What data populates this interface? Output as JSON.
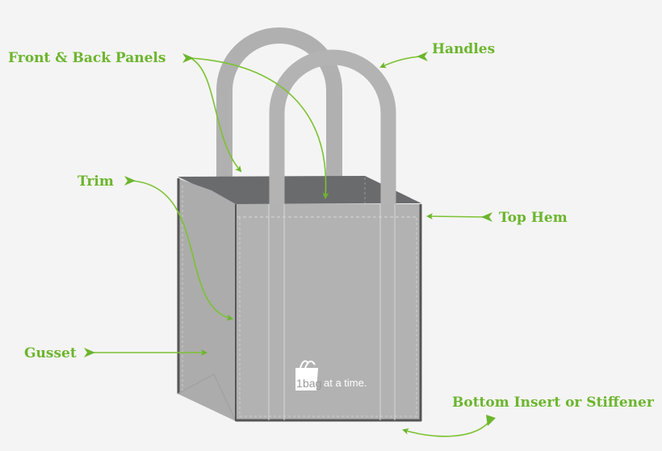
{
  "labels": {
    "front_back_panels": "Front & Back Panels",
    "handles": "Handles",
    "trim": "Trim",
    "top_hem": "Top Hem",
    "gusset": "Gusset",
    "bottom_insert": "Bottom Insert or Stiffener"
  },
  "logo": {
    "number": "1",
    "word": "bag",
    "tagline": "at a time."
  },
  "colors": {
    "accent": "#6cb52d",
    "bag": "#b1b1b1",
    "interior": "#6a6b6d",
    "background": "#f4f4f4"
  }
}
